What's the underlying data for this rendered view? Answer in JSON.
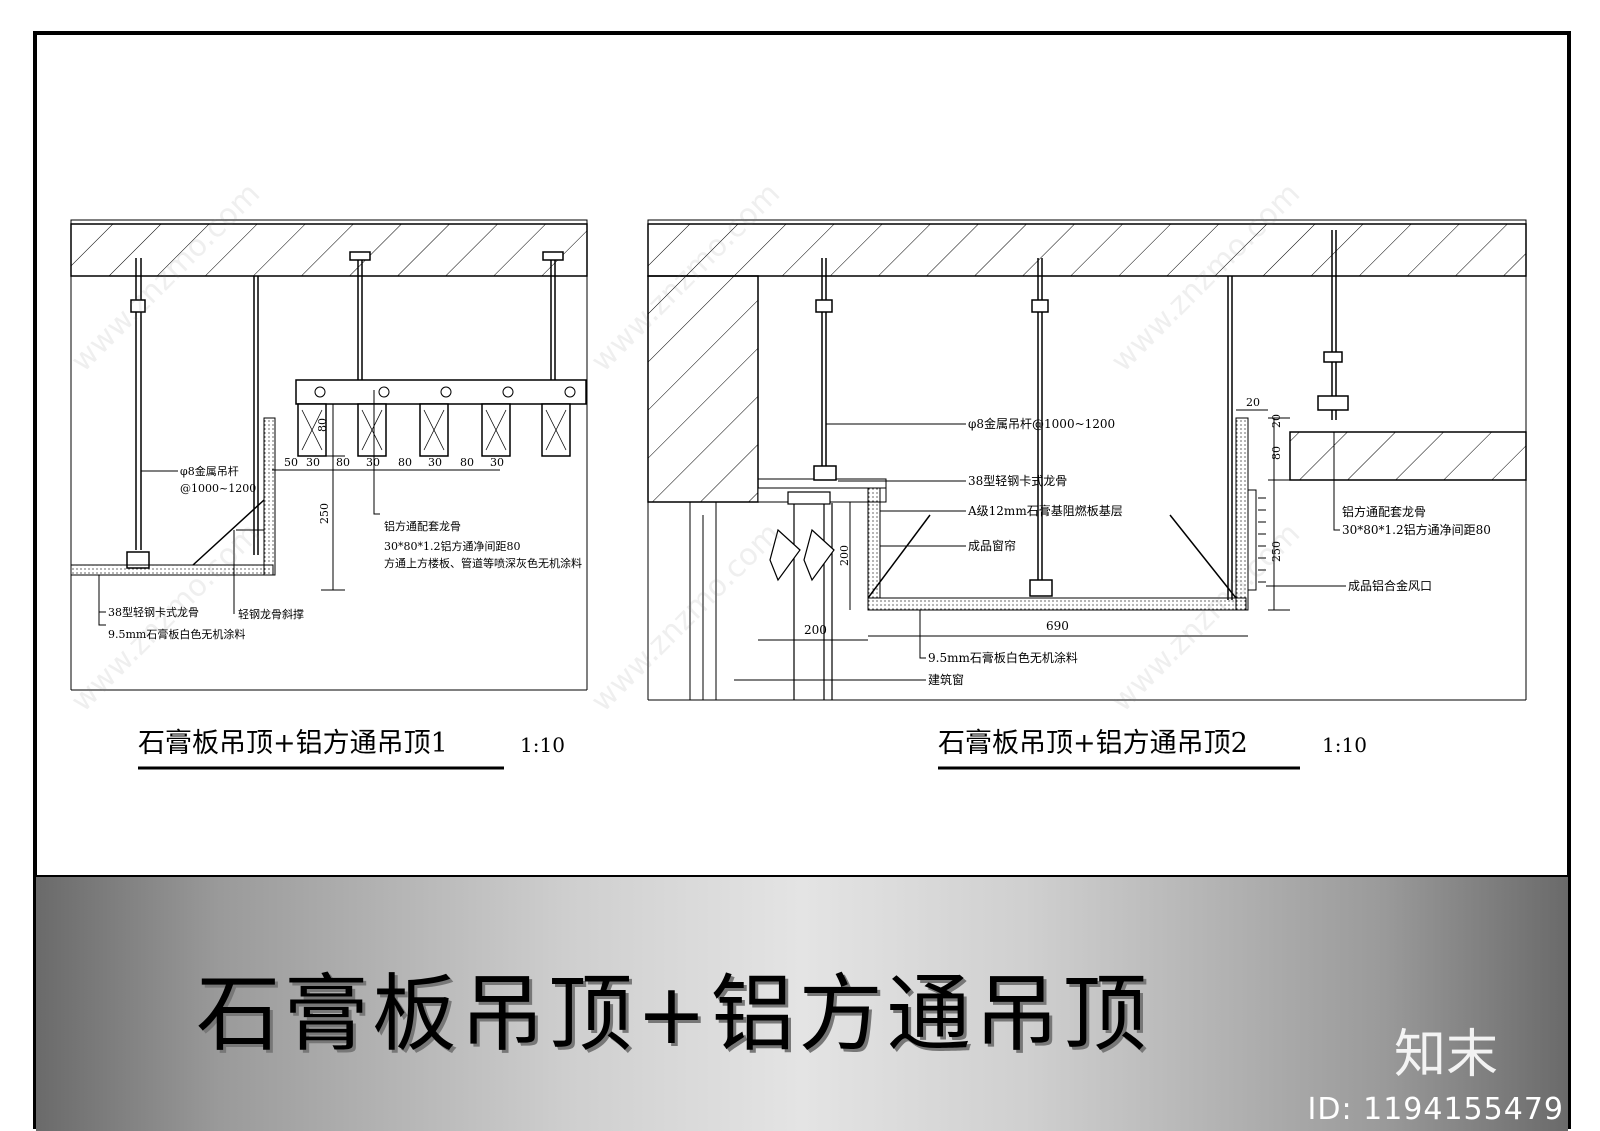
{
  "banner": {
    "title": "石膏板吊顶+铝方通吊顶"
  },
  "brand": {
    "logo": "知末",
    "id_label": "ID: 1194155479"
  },
  "watermarks": [
    "www.znzmo.com",
    "www.znzmo.com",
    "www.znzmo.com",
    "www.znzmo.com",
    "www.znzmo.com",
    "www.znzmo.com"
  ],
  "detail1": {
    "title": "石膏板吊顶+铝方通吊顶1",
    "scale": "1:10",
    "labels": {
      "rod": "φ8金属吊杆",
      "rod_spacing": "@1000~1200",
      "keel38": "38型轻钢卡式龙骨",
      "gypsum": "9.5mm石膏板白色无机涂料",
      "brace": "轻钢龙骨斜撑",
      "alu_keel": "铝方通配套龙骨",
      "alu_spec": "30*80*1.2铝方通净间距80",
      "alu_note": "方通上方楼板、管道等喷深灰色无机涂料"
    },
    "dims": [
      "50",
      "30",
      "80",
      "30",
      "80",
      "30",
      "80",
      "30",
      "80",
      "250"
    ]
  },
  "detail2": {
    "title": "石膏板吊顶+铝方通吊顶2",
    "scale": "1:10",
    "labels": {
      "rod": "φ8金属吊杆@1000~1200",
      "keel38": "38型轻钢卡式龙骨",
      "board": "A级12mm石膏基阻燃板基层",
      "curtain": "成品窗帘",
      "gypsum": "9.5mm石膏板白色无机涂料",
      "window": "建筑窗",
      "vent": "成品铝合金风口",
      "alu_keel": "铝方通配套龙骨",
      "alu_spec": "30*80*1.2铝方通净间距80"
    },
    "dims": [
      "20",
      "20",
      "80",
      "250",
      "200",
      "200",
      "690"
    ]
  }
}
